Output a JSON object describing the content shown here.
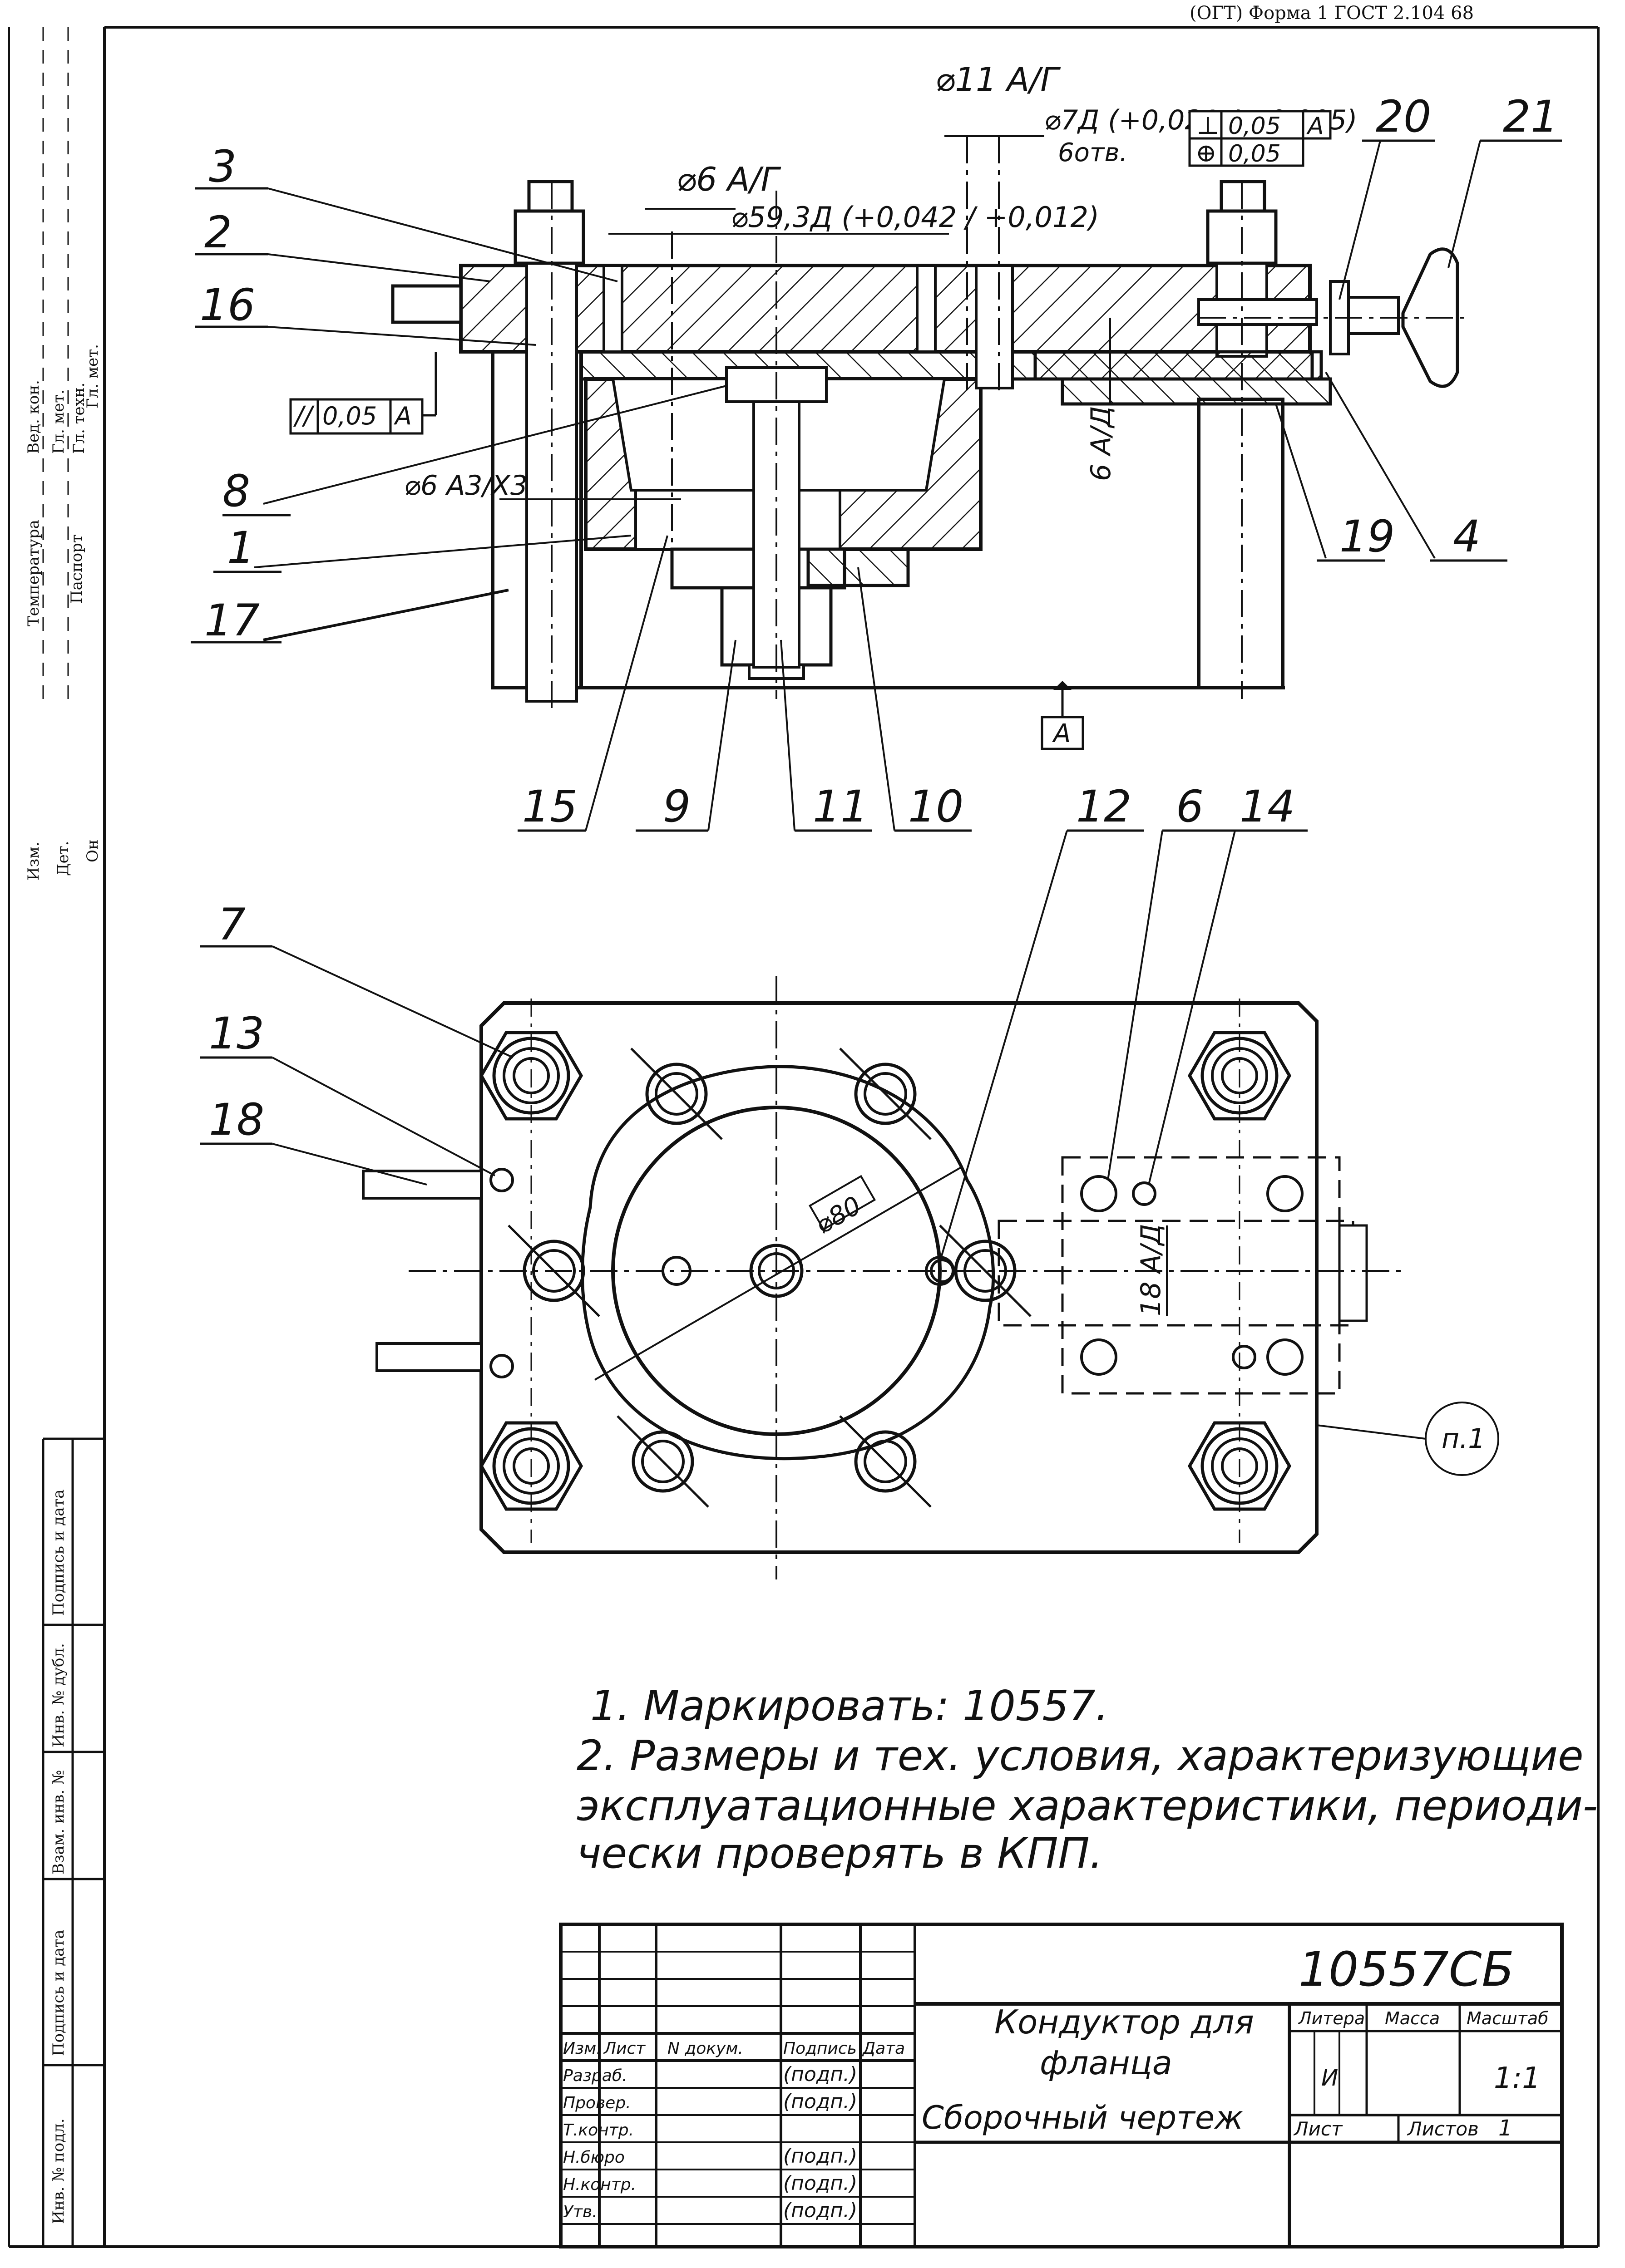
{
  "header": {
    "form_stamp": "(ОГТ) Форма 1 ГОСТ 2.104 68"
  },
  "side_stamps": {
    "top": [
      "Вед. кон.",
      "Гл. мет.",
      "Гл. техн.",
      "Гл. мет."
    ],
    "mid": [
      "Температура",
      "Паспорт"
    ],
    "low": [
      "Изм.",
      "Дет.",
      "Он"
    ],
    "bottom": [
      "Подпись и дата",
      "Инв. № дубл.",
      "Взам. инв. №",
      "Подпись и дата",
      "Инв. № подл."
    ]
  },
  "section_view": {
    "tolerances": {
      "d11": "⌀11 A/Г",
      "d7": "⌀7Д (+0,021 / +0,005)",
      "holes6": "6отв.",
      "perp": "0,05",
      "perp_ref": "A",
      "pos": "0,05",
      "d6": "⌀6 A/Г",
      "d59": "⌀59,3Д (+0,042 / +0,012)",
      "parallel": "0,05",
      "parallel_ref": "A",
      "d6b": "⌀6 A3/X3",
      "six": "6 A/Д",
      "datum": "A"
    },
    "callouts": [
      "3",
      "2",
      "16",
      "8",
      "1",
      "17",
      "20",
      "21",
      "19",
      "4",
      "15",
      "9",
      "11",
      "10",
      "12",
      "6",
      "14"
    ]
  },
  "plan_view": {
    "callouts": [
      "7",
      "13",
      "18"
    ],
    "dim_d80": "⌀80",
    "dim_18": "18 A/Д",
    "note_tag": "п.1"
  },
  "notes": [
    "1. Маркировать:            10557.",
    "2. Размеры и тех. условия, характеризующие",
    "эксплуатационные характеристики, периоди-",
    "чески проверять в КПП."
  ],
  "title_block": {
    "doc_code": "10557СБ",
    "name_line1": "Кондуктор для",
    "name_line2": "фланца",
    "doc_type": "Сборочный чертеж",
    "col_headers": [
      "Изм.",
      "Лист",
      "N докум.",
      "Подпись",
      "Дата"
    ],
    "roles": [
      "Разраб.",
      "Провер.",
      "Т.контр.",
      "Н.бюро",
      "Н.контр.",
      "Утв."
    ],
    "signatures": [
      "(подп.)",
      "(подп.)",
      "",
      "(подп.)",
      "(подп.)",
      "(подп.)"
    ],
    "litera_label": "Литера",
    "mass_label": "Масса",
    "scale_label": "Масштаб",
    "litera_value": "И",
    "scale_value": "1:1",
    "sheet_label": "Лист",
    "sheets_label": "Листов",
    "sheets_value": "1"
  }
}
